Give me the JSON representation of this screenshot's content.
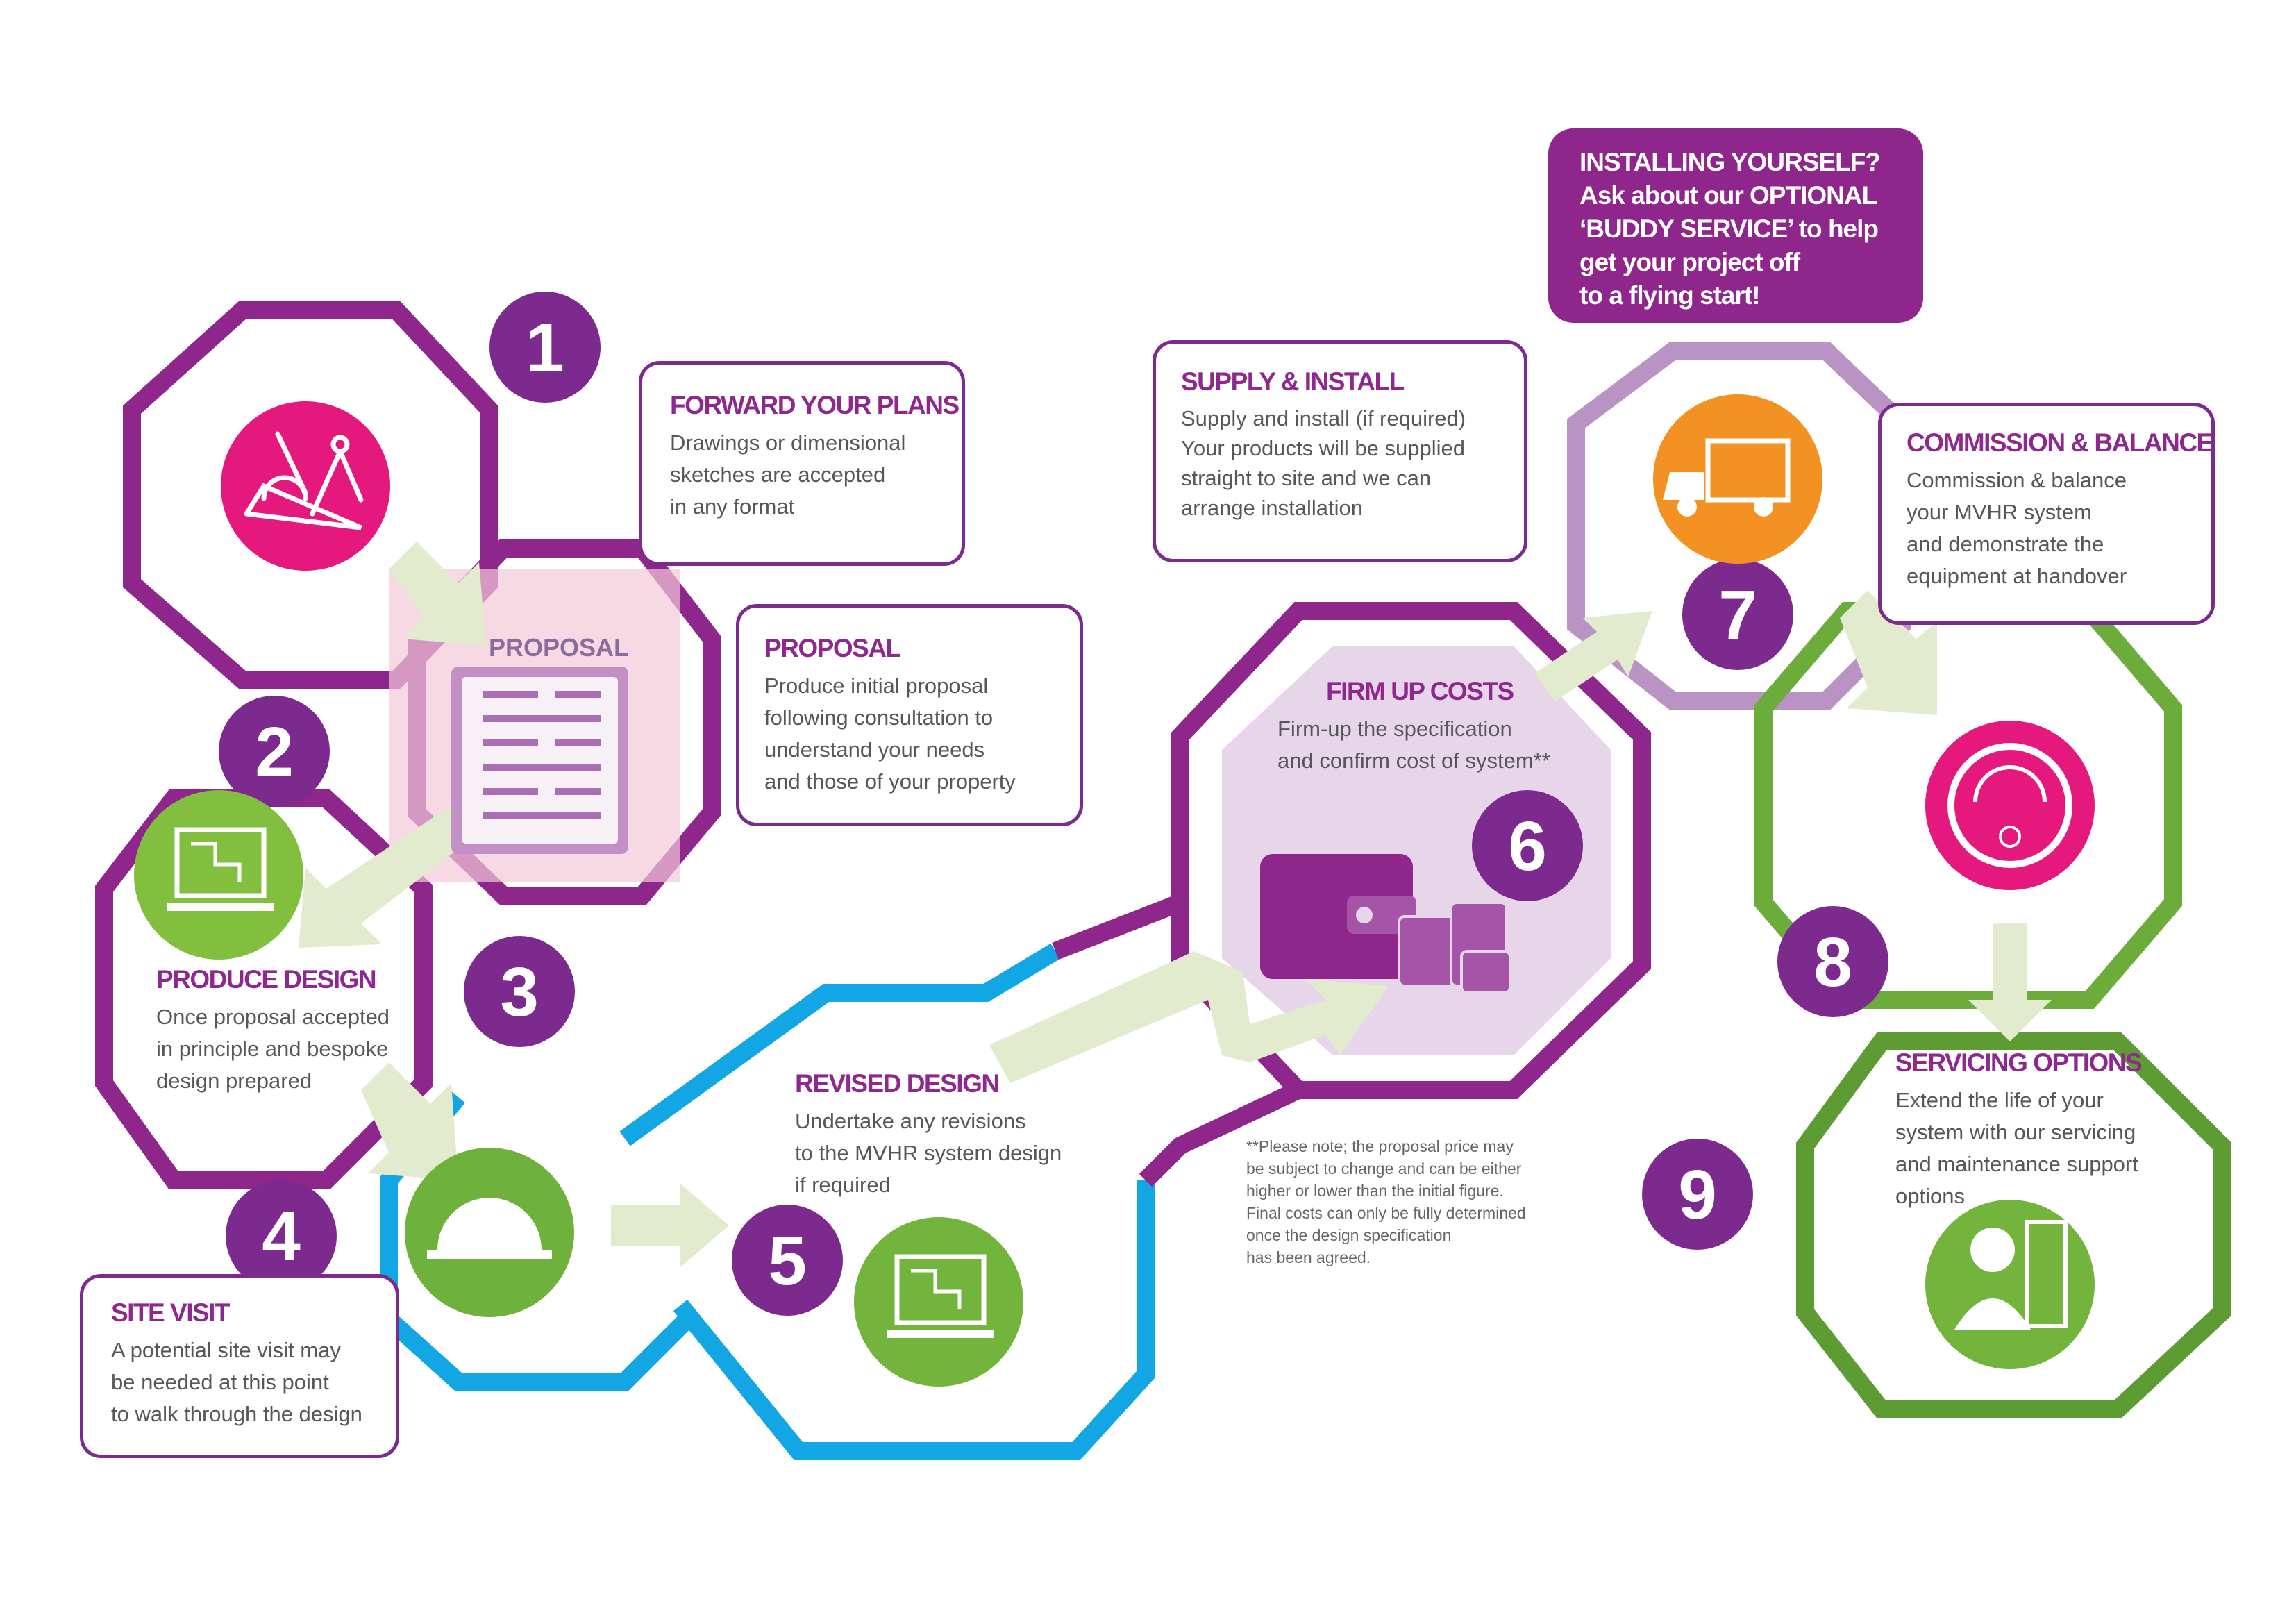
{
  "colors": {
    "purple": "#8e268c",
    "dark_purple": "#7d2a8f",
    "light_purple": "#b993c4",
    "blue": "#12a7e4",
    "green": "#6cac3a",
    "magenta": "#e5187d",
    "orange": "#f39223",
    "arrow": "#e3ebcf"
  },
  "steps": [
    {
      "number": "1",
      "title": "FORWARD YOUR PLANS",
      "text": "Drawings or dimensional\nsketches are accepted\nin any format",
      "icon": "drawing-tools-icon"
    },
    {
      "number": "2",
      "title": "PROPOSAL",
      "text": "Produce initial proposal\nfollowing consultation to\nunderstand your needs\nand those of your property",
      "icon": "proposal-document-icon",
      "icon_label": "PROPOSAL"
    },
    {
      "number": "3",
      "title": "PRODUCE DESIGN",
      "text": "Once proposal accepted\nin principle and bespoke\ndesign prepared",
      "icon": "computer-design-icon"
    },
    {
      "number": "4",
      "title": "SITE VISIT",
      "text": "A potential site visit may\nbe needed at this point\nto walk through the design",
      "icon": "hard-hat-icon"
    },
    {
      "number": "5",
      "title": "REVISED DESIGN",
      "text": "Undertake any revisions\nto the MVHR system design\nif required",
      "icon": "computer-design-icon"
    },
    {
      "number": "6",
      "title": "FIRM UP COSTS",
      "text": "Firm-up the specification\nand confirm cost of system**",
      "icon": "wallet-coins-icon"
    },
    {
      "number": "7",
      "title": "SUPPLY & INSTALL",
      "text": "Supply and install (if required)\nYour products will be supplied\nstraight to site and we can\narrange installation",
      "icon": "truck-icon"
    },
    {
      "number": "8",
      "title": "COMMISSION & BALANCE",
      "text": "Commission & balance\nyour MVHR system\nand demonstrate the\nequipment at handover",
      "icon": "gauge-meter-icon"
    },
    {
      "number": "9",
      "title": "SERVICING OPTIONS",
      "text": "Extend the life of your\nsystem with our servicing\nand maintenance support\noptions",
      "icon": "engineer-icon"
    }
  ],
  "buddy": "INSTALLING YOURSELF?\nAsk about our OPTIONAL\n‘BUDDY SERVICE’ to help\nget your project off\nto a flying start!",
  "note": "**Please note; the proposal price may\n   be subject to change and can be either\n   higher or lower than the initial figure.\n   Final costs can only be fully determined\n   once the design specification\n   has been agreed."
}
